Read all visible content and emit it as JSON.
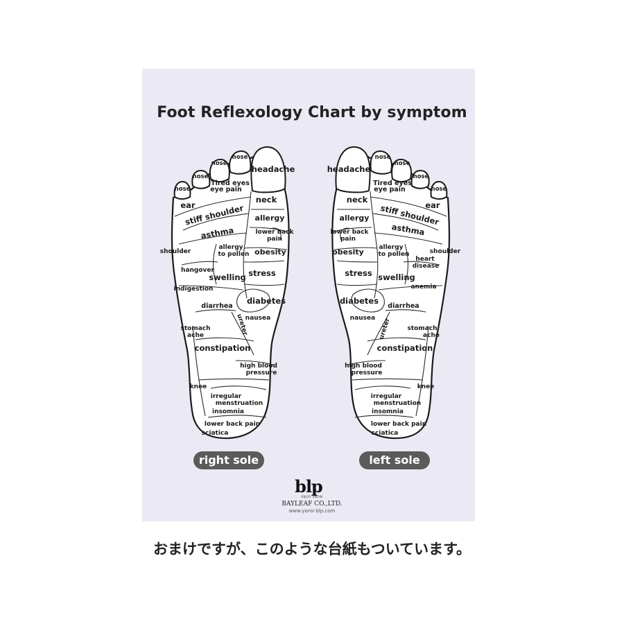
{
  "title": "Foot Reflexology Chart by symptom",
  "right_sole": {
    "caption": "right sole",
    "labels": {
      "nose1": "nose",
      "nose2": "nose",
      "nose3": "nose",
      "nose4": "nose",
      "headache": "headache",
      "tired_eyes": "Tired eyes",
      "eye_pain": "eye pain",
      "neck": "neck",
      "ear": "ear",
      "stiff_shoulder": "stiff shoulder",
      "allergy": "allergy",
      "asthma": "asthma",
      "lower_back_pain_1": "lower back",
      "lower_back_pain_2": "pain",
      "shoulder": "shoulder",
      "allergy_pollen_1": "allergy",
      "allergy_pollen_2": "to pollen",
      "obesity": "obesity",
      "hangover": "hangover",
      "swelling": "swelling",
      "stress": "stress",
      "indigestion": "indigestion",
      "diarrhea": "diarrhea",
      "diabetes": "diabetes",
      "ureter": "ureter",
      "nausea": "nausea",
      "stomach_ache_1": "stomach",
      "stomach_ache_2": "ache",
      "constipation": "constipation",
      "high_blood_pressure_1": "high blood",
      "high_blood_pressure_2": "pressure",
      "knee": "knee",
      "irregular": "irregular",
      "menstruation": "menstruation",
      "insomnia": "insomnia",
      "lower_back_pain_heel": "lower back pain",
      "sciatica": "sciatica"
    }
  },
  "left_sole": {
    "caption": "left sole",
    "labels": {
      "nose1": "nose",
      "nose2": "nose",
      "nose3": "nose",
      "nose4": "nose",
      "headache": "headache",
      "tired_eyes": "Tired eyes",
      "eye_pain": "eye pain",
      "neck": "neck",
      "ear": "ear",
      "stiff_shoulder": "stiff shoulder",
      "allergy": "allergy",
      "asthma": "asthma",
      "lower_back_pain_1": "lower back",
      "lower_back_pain_2": "pain",
      "shoulder": "shoulder",
      "heart_disease_1": "heart",
      "heart_disease_2": "disease",
      "allergy_pollen_1": "allergy",
      "allergy_pollen_2": "to pollen",
      "obesity": "obesity",
      "swelling": "swelling",
      "stress": "stress",
      "anemia": "anemia",
      "diabetes": "diabetes",
      "diarrhea": "diarrhea",
      "ureter": "ureter",
      "nausea": "nausea",
      "stomach_ache_1": "stomach",
      "stomach_ache_2": "ache",
      "constipation": "constipation",
      "high_blood_pressure_1": "high blood",
      "high_blood_pressure_2": "pressure",
      "knee": "knee",
      "irregular": "irregular",
      "menstruation": "menstruation",
      "insomnia": "insomnia",
      "lower_back_pain_heel": "lower back pain",
      "sciatica": "sciatica"
    }
  },
  "logo": {
    "mark": "blp",
    "sub": "ENJOY SNOW",
    "company": "BAYLEAF CO.,LTD.",
    "website": "www.yoroi-blp.com"
  },
  "caption": "おまけですが、このような台紙もついています。",
  "colors": {
    "card_background": "#ebe9f4",
    "pill_background": "#5b5b5b",
    "outline": "#1a1a1a"
  }
}
